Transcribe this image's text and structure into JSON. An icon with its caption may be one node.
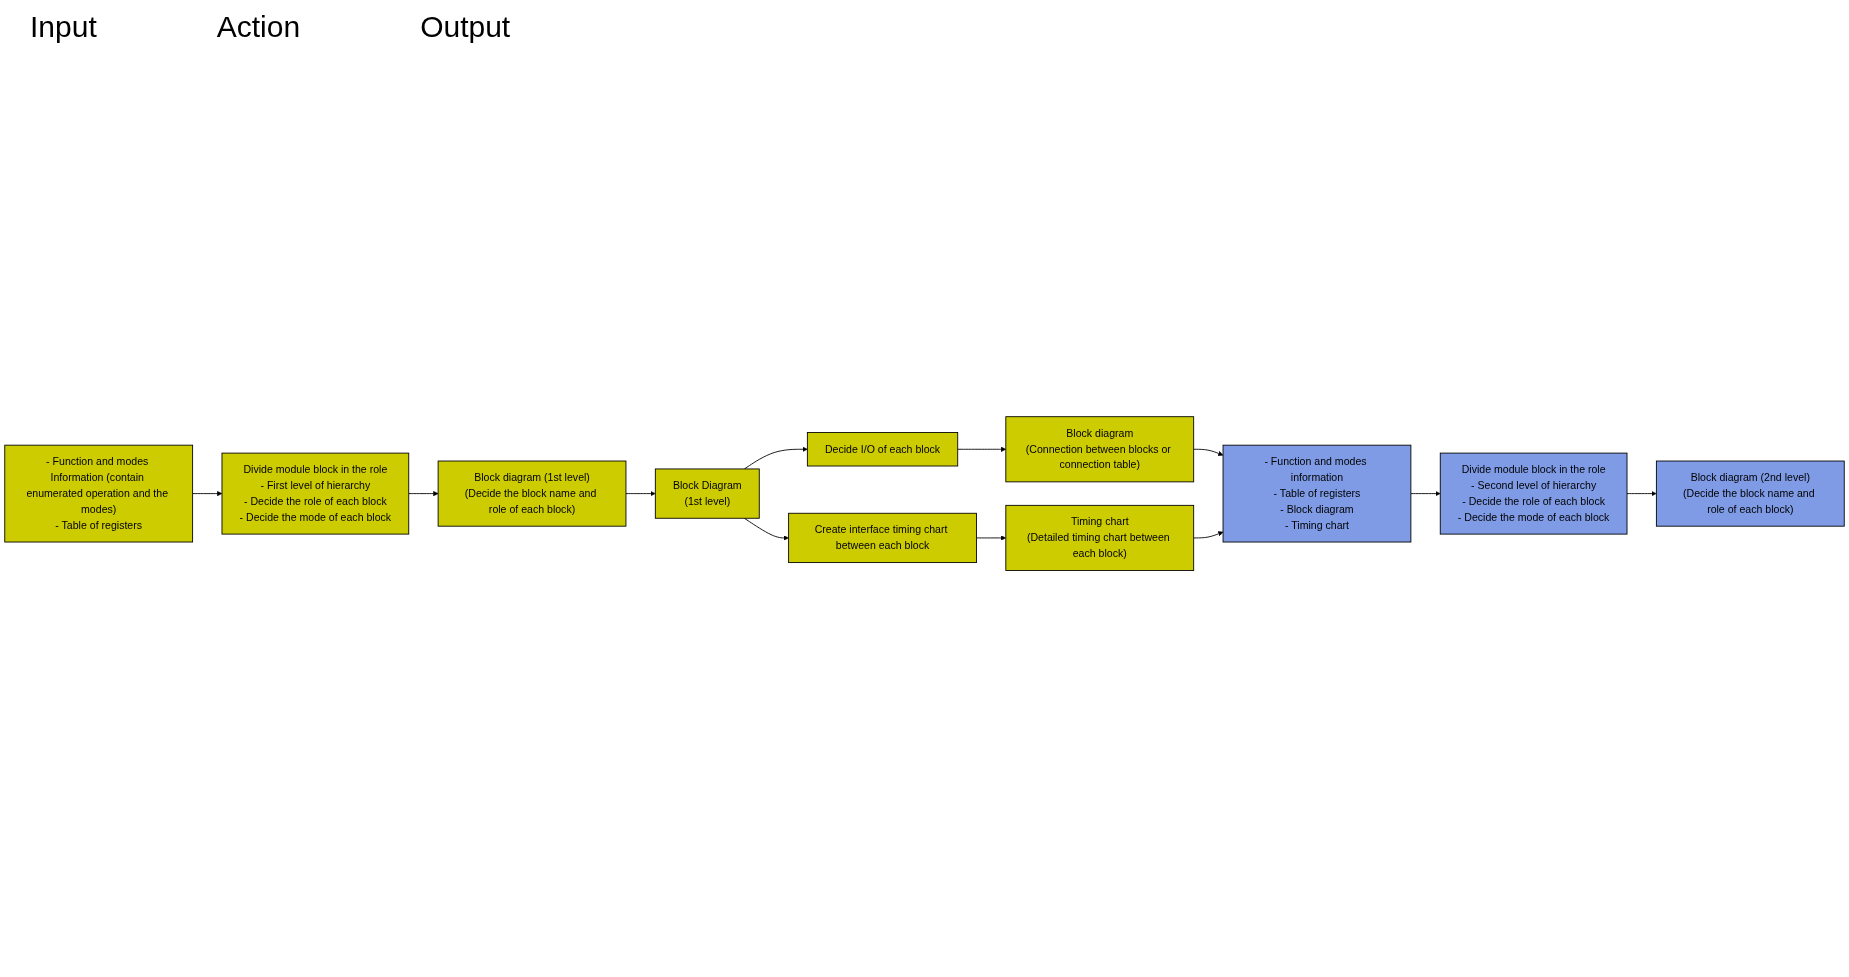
{
  "diagram": {
    "nodes": [
      {
        "text": [
          "- Function and modes Information (contain enumerated operation and the modes)",
          "- Table of registers"
        ]
      },
      {
        "text": [
          "Divide module block in the role",
          "- First level of hierarchy",
          "- Decide the role of each block",
          "- Decide the mode of each block"
        ]
      },
      {
        "text": [
          "Block diagram (1st level)",
          "(Decide the block name and role of each block)"
        ]
      },
      {
        "text": [
          "Block Diagram",
          "(1st level)"
        ]
      },
      {
        "text": [
          "Decide I/O of each block"
        ]
      },
      {
        "text": [
          "Block diagram",
          "(Connection between blocks or connection table)"
        ]
      },
      {
        "text": [
          "Create interface timing chart between each block"
        ]
      },
      {
        "text": [
          "Timing chart",
          "(Detailed timing chart between each block)"
        ]
      },
      {
        "text": [
          "- Function and modes information",
          "- Table of registers",
          "- Block diagram",
          "- Timing chart"
        ]
      },
      {
        "text": [
          "Divide module block in the role",
          "- Second level of hierarchy",
          "- Decide the role of each block",
          "- Decide the mode of each block"
        ]
      },
      {
        "text": [
          "Block diagram (2nd level)",
          "(Decide the block name and role of each block)"
        ]
      }
    ],
    "edges": [
      {
        "from": 0,
        "to": 1,
        "arrow": "to"
      },
      {
        "from": 1,
        "to": 2,
        "arrow": "to"
      },
      {
        "from": 2,
        "to": 3,
        "arrow": "to"
      },
      {
        "from": 3,
        "to": 4,
        "arrow": "to"
      },
      {
        "from": 3,
        "to": 6,
        "arrow": "to"
      },
      {
        "from": 4,
        "to": 5,
        "arrow": "to"
      },
      {
        "from": 6,
        "to": 7,
        "arrow": "to"
      },
      {
        "from": 5,
        "to": 8,
        "arrow": "to"
      },
      {
        "from": 7,
        "to": 8,
        "arrow": "to"
      },
      {
        "from": 8,
        "to": 9,
        "arrow": "to"
      },
      {
        "from": 9,
        "to": 10,
        "arrow": "to"
      }
    ],
    "labels": [
      "Input",
      "Action",
      "Output"
    ]
  }
}
